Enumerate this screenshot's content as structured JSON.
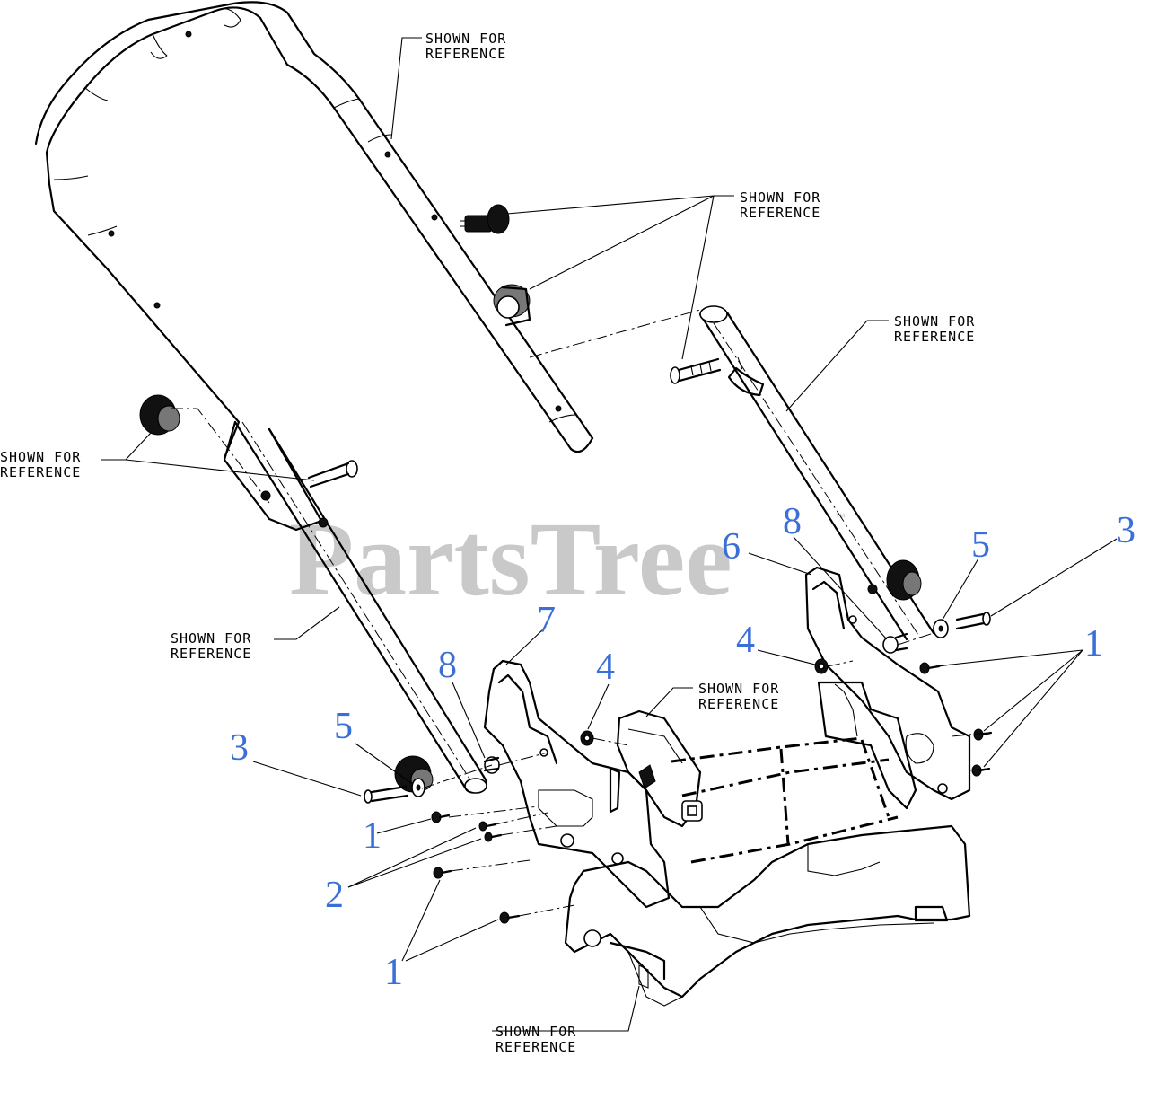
{
  "watermark": {
    "text": "PartsTree",
    "trademark": "™"
  },
  "reference_labels": [
    {
      "id": "ref-top-handle",
      "line1": "SHOWN FOR",
      "line2": "REFERENCE"
    },
    {
      "id": "ref-knobs",
      "line1": "SHOWN FOR",
      "line2": "REFERENCE"
    },
    {
      "id": "ref-right-tube",
      "line1": "SHOWN FOR",
      "line2": "REFERENCE"
    },
    {
      "id": "ref-left-knob",
      "line1": "SHOWN FOR",
      "line2": "REFERENCE"
    },
    {
      "id": "ref-left-tube",
      "line1": "SHOWN FOR",
      "line2": "REFERENCE"
    },
    {
      "id": "ref-cable-guide",
      "line1": "SHOWN FOR",
      "line2": "REFERENCE"
    },
    {
      "id": "ref-deck",
      "line1": "SHOWN FOR",
      "line2": "REFERENCE"
    }
  ],
  "callouts": {
    "c1a": "1",
    "c1b": "1",
    "c1c": "1",
    "c2": "2",
    "c3a": "3",
    "c3b": "3",
    "c4a": "4",
    "c4b": "4",
    "c5a": "5",
    "c5b": "5",
    "c6": "6",
    "c7": "7",
    "c8a": "8",
    "c8b": "8"
  },
  "colors": {
    "callout": "#3a6fd8",
    "line": "#000000",
    "watermark": "#c9c9c9"
  }
}
